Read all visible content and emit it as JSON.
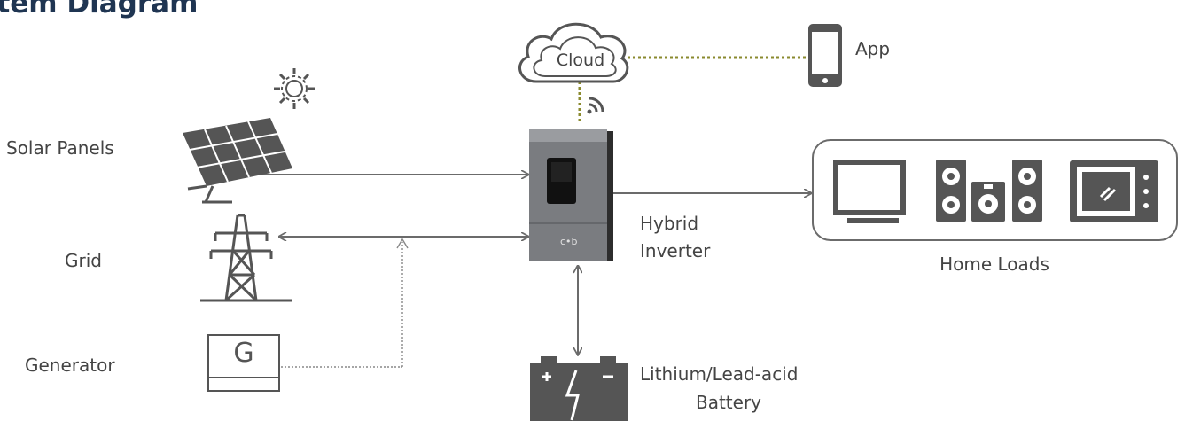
{
  "title": "stem Diagram",
  "labels": {
    "solar": "Solar Panels",
    "grid": "Grid",
    "generator": "Generator",
    "generator_letter": "G",
    "cloud": "Cloud",
    "app": "App",
    "inverter_line1": "Hybrid",
    "inverter_line2": "Inverter",
    "home_loads": "Home Loads",
    "battery_line1": "Lithium/Lead-acid",
    "battery_line2": "Battery"
  },
  "colors": {
    "line": "#6b6b6b",
    "dotted_link": "#7a7a2a",
    "icon": "#555555",
    "title": "#1f3552",
    "inverter": "#7a7c80"
  },
  "icons": {
    "sun": "sun-icon",
    "solar_panel": "solar-panel-icon",
    "tower": "power-tower-icon",
    "generator": "generator-icon",
    "cloud": "cloud-icon",
    "phone": "phone-icon",
    "wifi": "wifi-icon",
    "inverter": "inverter-icon",
    "battery": "battery-icon",
    "tv": "tv-icon",
    "speakers": "speakers-icon",
    "microwave": "microwave-icon"
  }
}
